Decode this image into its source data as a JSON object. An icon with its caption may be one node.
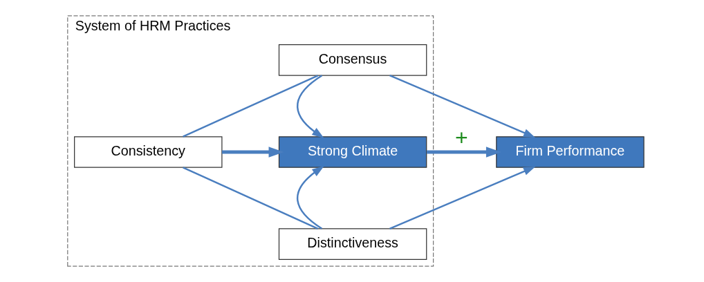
{
  "diagram": {
    "nodes": [
      {
        "text": [
          "System of HRM Practices"
        ]
      },
      {
        "text": [
          "Distinctiveness"
        ],
        "in": 0
      },
      {
        "text": [
          "Consistency"
        ],
        "in": 0
      },
      {
        "text": [
          "Strong Climate"
        ],
        "in": 0
      },
      {
        "text": [
          "Consensus"
        ],
        "in": 0
      },
      {
        "text": [
          "Firm Performance"
        ]
      }
    ],
    "edges": [
      {
        "from": 2,
        "to": 1,
        "arrow": "none"
      },
      {
        "from": 2,
        "to": 4,
        "arrow": "none"
      },
      {
        "from": 1,
        "to": 3,
        "arrow": "to"
      },
      {
        "from": 4,
        "to": 3,
        "arrow": "to"
      },
      {
        "from": 2,
        "to": 3,
        "arrow": "to",
        "style": "thick"
      },
      {
        "from": 3,
        "to": 5,
        "label": "+",
        "arrow": "to",
        "style": "thick"
      },
      {
        "from": 1,
        "to": 5,
        "arrow": "to"
      },
      {
        "from": 4,
        "to": 5,
        "arrow": "to"
      }
    ]
  }
}
